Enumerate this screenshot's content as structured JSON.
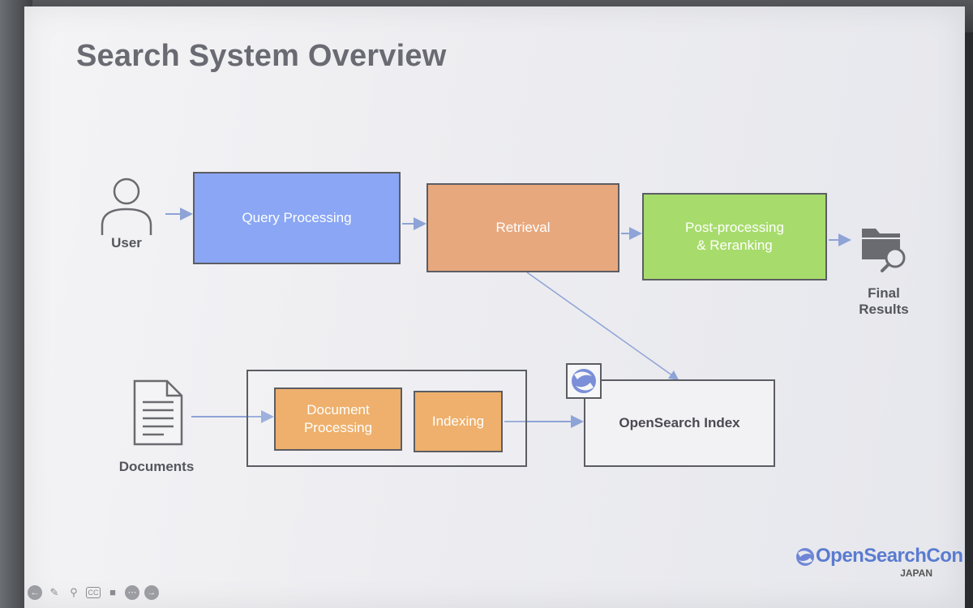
{
  "slide": {
    "title": "Search System Overview"
  },
  "diagram": {
    "nodes": {
      "user": "User",
      "query_processing": "Query Processing",
      "retrieval": "Retrieval",
      "post_processing_line1": "Post-processing",
      "post_processing_line2": "& Reranking",
      "final_results_line1": "Final",
      "final_results_line2": "Results",
      "documents": "Documents",
      "document_processing_line1": "Document",
      "document_processing_line2": "Processing",
      "indexing": "Indexing",
      "opensearch_index": "OpenSearch Index"
    },
    "colors": {
      "query_processing": "#8aa6f4",
      "retrieval": "#e8a87e",
      "post_processing": "#a7dc6c",
      "document_processing": "#eeb06c",
      "indexing": "#eeb06c",
      "arrow": "#8ea3d6"
    },
    "edges": [
      [
        "User",
        "Query Processing"
      ],
      [
        "Query Processing",
        "Retrieval"
      ],
      [
        "Retrieval",
        "Post-processing & Reranking"
      ],
      [
        "Post-processing & Reranking",
        "Final Results"
      ],
      [
        "Retrieval",
        "OpenSearch Index"
      ],
      [
        "Documents",
        "Document Processing"
      ],
      [
        "Indexing",
        "OpenSearch Index"
      ]
    ]
  },
  "branding": {
    "name": "OpenSearchCon",
    "subtitle": "JAPAN"
  },
  "toolbar": {
    "icons": [
      "back-icon",
      "pen-icon",
      "zoom-icon",
      "captions-icon",
      "camera-icon",
      "more-icon",
      "forward-icon"
    ],
    "captions_label": "CC"
  }
}
